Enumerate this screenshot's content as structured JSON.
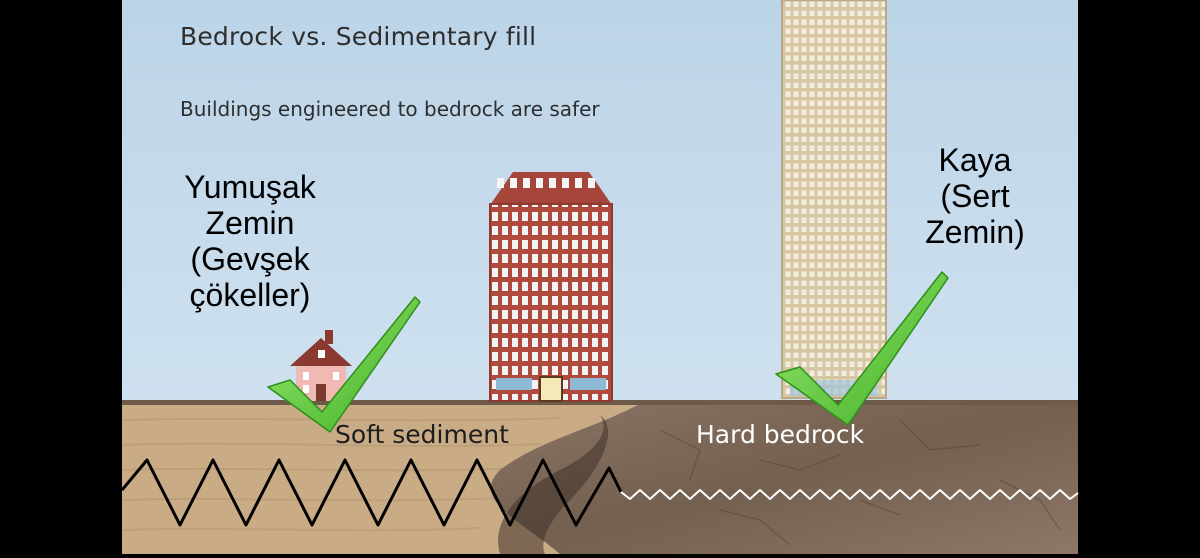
{
  "title": "Bedrock vs. Sedimentary fill",
  "subtitle": "Buildings engineered to bedrock are safer",
  "annotations": {
    "soft_ground_lines": [
      "Yumuşak",
      "Zemin",
      "(Gevşek",
      "çökeller)"
    ],
    "rock_lines": [
      "Kaya",
      "(Sert",
      "Zemin)"
    ]
  },
  "ground_labels": {
    "soft": "Soft sediment",
    "hard": "Hard bedrock"
  },
  "colors": {
    "sky": "#c3d9eb",
    "sediment": "#c9ab86",
    "bedrock": "#7e685a",
    "brick": "#b04a3c",
    "tower": "#d8c9a6",
    "check": "#5fcc3a",
    "side_bars": "#000000"
  },
  "icons": [
    "checkmark-icon",
    "checkmark-icon"
  ]
}
